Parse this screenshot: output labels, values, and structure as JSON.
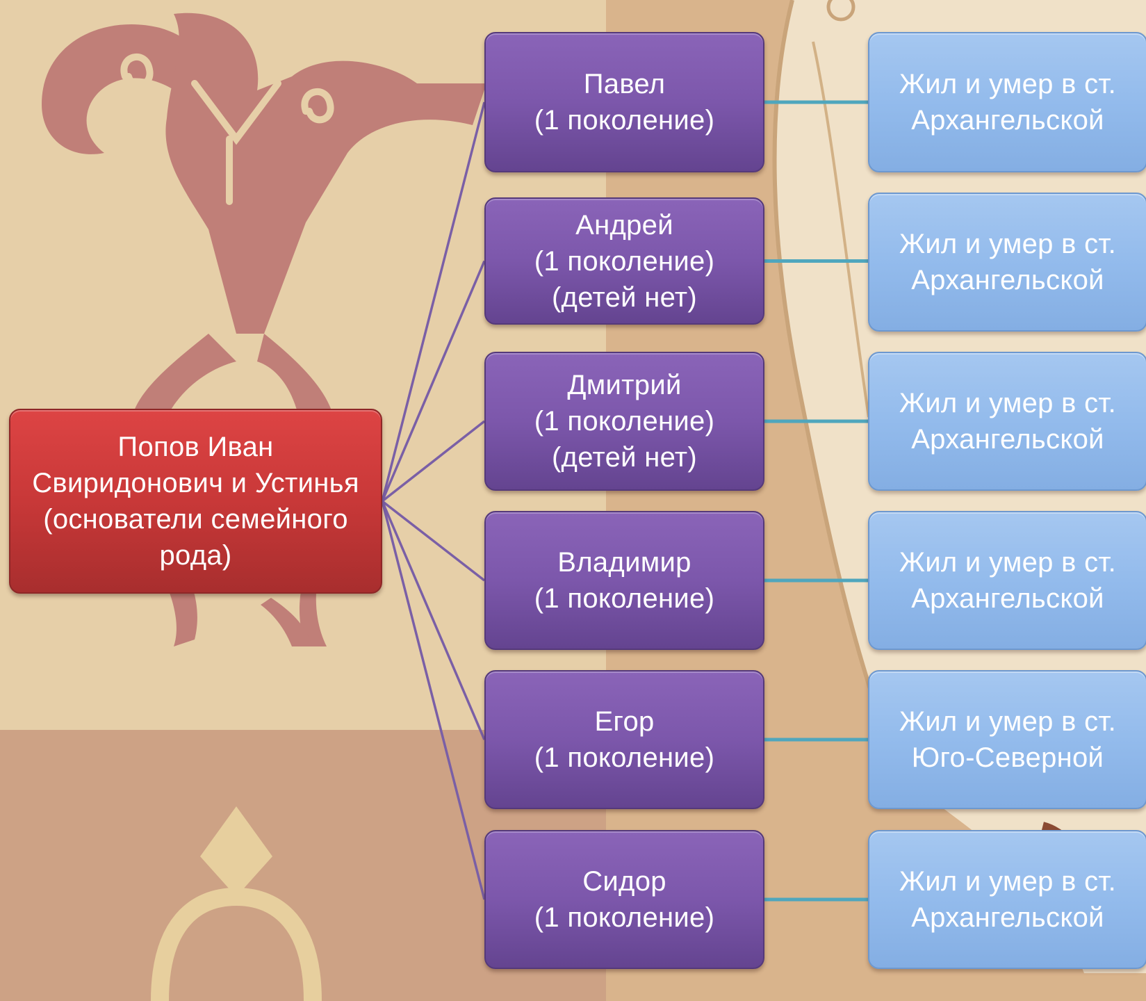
{
  "diagram": {
    "root": {
      "lines": [
        "Попов Иван",
        "Свиридонович и Устинья",
        "(основатели семейного",
        "рода)"
      ]
    },
    "children": [
      {
        "lines": [
          "Павел",
          "(1 поколение)"
        ],
        "note": [
          "Жил и умер в ст.",
          "Архангельской"
        ]
      },
      {
        "lines": [
          "Андрей",
          "(1 поколение)",
          "(детей нет)"
        ],
        "note": [
          "Жил и умер в ст.",
          "Архангельской"
        ]
      },
      {
        "lines": [
          "Дмитрий",
          "(1 поколение)",
          "(детей нет)"
        ],
        "note": [
          "Жил и умер в ст.",
          "Архангельской"
        ]
      },
      {
        "lines": [
          "Владимир",
          "(1 поколение)"
        ],
        "note": [
          "Жил и умер в ст.",
          "Архангельской"
        ]
      },
      {
        "lines": [
          "Егор",
          "(1 поколение)"
        ],
        "note": [
          "Жил и умер в ст.",
          "Юго-Северной"
        ]
      },
      {
        "lines": [
          "Сидор",
          "(1 поколение)"
        ],
        "note": [
          "Жил и умер в ст.",
          "Архангельской"
        ]
      }
    ]
  },
  "colors": {
    "root": "#c83838",
    "child": "#7c57ab",
    "note": "#93bbec",
    "root_connector": "#7a5fa6",
    "note_connector": "#4fa6bd",
    "background_light": "#e6cfa8",
    "background_dark": "#d9b48c",
    "background_bottom": "#cda285",
    "ornament": "#c07f78"
  }
}
